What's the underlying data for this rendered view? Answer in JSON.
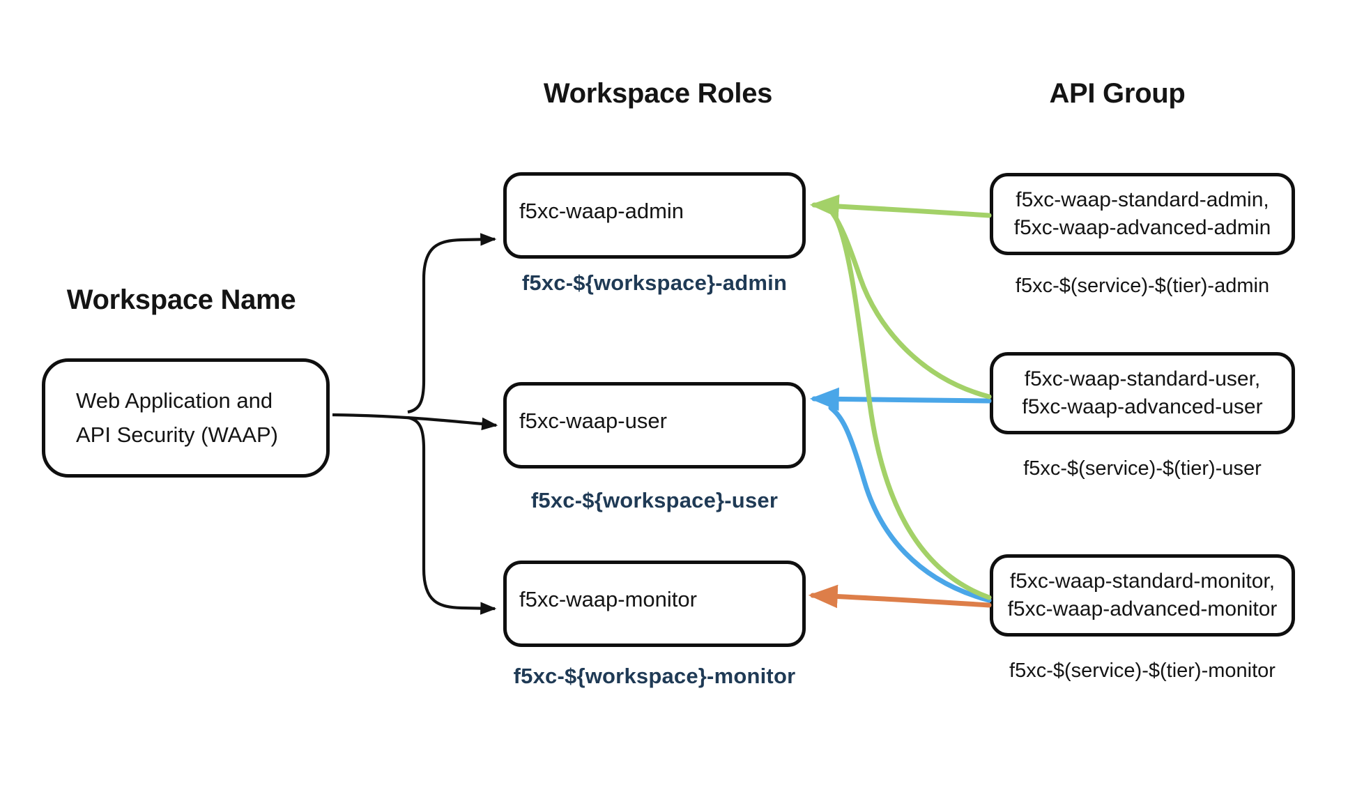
{
  "headers": {
    "workspace_name": "Workspace Name",
    "workspace_roles": "Workspace Roles",
    "api_group": "API Group"
  },
  "workspace": {
    "name_line1": "Web Application and",
    "name_line2": "API Security (WAAP)"
  },
  "roles": [
    {
      "id": "admin",
      "box_label": "f5xc-waap-admin",
      "role_name": "f5xc-${workspace}-admin"
    },
    {
      "id": "user",
      "box_label": "f5xc-waap-user",
      "role_name": "f5xc-${workspace}-user"
    },
    {
      "id": "monitor",
      "box_label": "f5xc-waap-monitor",
      "role_name": "f5xc-${workspace}-monitor"
    }
  ],
  "api_groups": [
    {
      "id": "admin",
      "line1": "f5xc-waap-standard-admin,",
      "line2": "f5xc-waap-advanced-admin",
      "pattern": "f5xc-$(service)-$(tier)-admin"
    },
    {
      "id": "user",
      "line1": "f5xc-waap-standard-user,",
      "line2": "f5xc-waap-advanced-user",
      "pattern": "f5xc-$(service)-$(tier)-user"
    },
    {
      "id": "monitor",
      "line1": "f5xc-waap-standard-monitor,",
      "line2": "f5xc-waap-advanced-monitor",
      "pattern": "f5xc-$(service)-$(tier)-monitor"
    }
  ],
  "connections": [
    {
      "from": "Web Application and API Security (WAAP)",
      "to": "f5xc-waap-admin",
      "color": "black"
    },
    {
      "from": "Web Application and API Security (WAAP)",
      "to": "f5xc-waap-user",
      "color": "black"
    },
    {
      "from": "Web Application and API Security (WAAP)",
      "to": "f5xc-waap-monitor",
      "color": "black"
    },
    {
      "from": "f5xc-waap-standard-admin, f5xc-waap-advanced-admin",
      "to": "f5xc-waap-admin",
      "color": "green"
    },
    {
      "from": "f5xc-waap-standard-user, f5xc-waap-advanced-user",
      "to": "f5xc-waap-admin",
      "color": "green"
    },
    {
      "from": "f5xc-waap-standard-monitor, f5xc-waap-advanced-monitor",
      "to": "f5xc-waap-admin",
      "color": "green"
    },
    {
      "from": "f5xc-waap-standard-user, f5xc-waap-advanced-user",
      "to": "f5xc-waap-user",
      "color": "blue"
    },
    {
      "from": "f5xc-waap-standard-monitor, f5xc-waap-advanced-monitor",
      "to": "f5xc-waap-user",
      "color": "blue"
    },
    {
      "from": "f5xc-waap-standard-monitor, f5xc-waap-advanced-monitor",
      "to": "f5xc-waap-monitor",
      "color": "orange"
    }
  ],
  "colors": {
    "green_arrow": "#a3d168",
    "blue_arrow": "#4aa6e8",
    "orange_arrow": "#dd7e49",
    "black_line": "#111111",
    "role_name_text": "#1f3a55"
  }
}
